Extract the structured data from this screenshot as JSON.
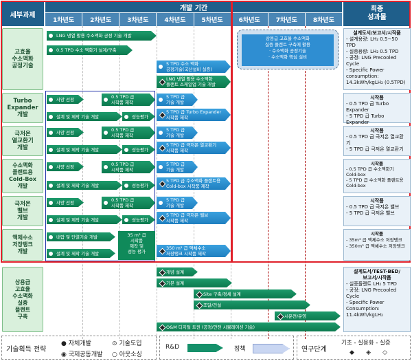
{
  "header": {
    "col_task": "세부과제",
    "col_period": "개발 기간",
    "col_result": "최종\n성과물",
    "years": [
      "1차년도",
      "2차년도",
      "3차년도",
      "4차년도",
      "5차년도",
      "6차년도",
      "7차년도",
      "8차년도"
    ]
  },
  "tasks": [
    {
      "label": "고효율\n수소액화\n공정기술"
    },
    {
      "label": "Turbo\nExpander\n개발"
    },
    {
      "label": "극저온\n열교환기\n개발"
    },
    {
      "label": "수소액화\n플랜트용\nCold-Box\n개발"
    },
    {
      "label": "극저온\n밸브\n개발"
    },
    {
      "label": "액체수소\n저장탱크\n개발"
    },
    {
      "label": "상용급\n고효율\n수소액화\n실증\n플랜트\n구축"
    }
  ],
  "bars": {
    "lng_process": "LNG 냉열 활용 수소액화 공정 기술 개발",
    "liquefaction_design": "0.5 TPD 수소 액화기 설계/구축",
    "lng_5tpd": "5 TPD 수소 액화\n공정기술(국산설비 실증)",
    "lng_demo": "LNG 냉열 활용 수소액화\n플랜트 스케일업 기술 개발",
    "product_design": "사양 선정",
    "design_tech": "설계 및 제작 기술 개발",
    "prototype": "0.5 TPD 급\n시작품 제작",
    "perf_eval": "성능평가",
    "scaleup_5tpd": "5 TPD 급\n기술 개발",
    "turbo_5tpd": "5 TPD 급 Turbo Expander\n시작품 제작",
    "hx_5tpd": "5 TPD 급 극저온 열교환기\n시작품 제작",
    "coldbox_5tpd": "5 TPD 급 수소액화 플랜트용\nCold-box 시작품 제작",
    "valve_5tpd": "5 TPD 급 극저온 밸브\n시작품 제작",
    "tank_design": "내압 및 단열기술 개발",
    "tank_product": "35 m³ 급\n시작품\n제작 및\n성능 평가",
    "tank_350": "350 m³ 급 액체수소\n저장탱크 시작품 제작",
    "concept": "개념 설계",
    "basic": "기본 설계",
    "site": "Site 구축/정세 설계",
    "build": "조달/건설",
    "trial": "시운전/운영",
    "om": "O&M 디지털 트윈 (공정/안전 시뮬레이션 기술)"
  },
  "policy_box": "상용급 고효율 수소액화\n실증 플랜트 구축에 활용\n· 수소액화 공정기술\n· 수소액화 핵심 설비",
  "results": [
    {
      "head": "설계도서/보고서/시작품",
      "body": "- 설계용량: LH₂ 0.5~50 TPD\n- 실증용량: LH₂ 0.5 TPD\n- 공정: LNG Precooled Cycle\n- Specific Power\n  consumption:\n  14.3kWh/kgLH₂ (0.5TPD)"
    },
    {
      "head": "시작품",
      "body": "- 0.5 TPD 급 Turbo Expander\n- 5 TPD 급 Turbo Expander"
    },
    {
      "head": "시작품",
      "body": "- 0.5 TPD 급 극저온 열교환기\n- 5 TPD 급 극저온 열교환기"
    },
    {
      "head": "시작품",
      "body": "- 0.5 TPD 급 수소액화기\n  Cold-box\n- 5 TPD 급 수소액화 플랜트용\n  Cold-box"
    },
    {
      "head": "시작품",
      "body": "- 0.5 TPD 급 극저온 밸브\n- 5 TPD 급 극저온 밸브"
    },
    {
      "head": "시작품",
      "body": "- 35m³ 급 액체수소 저장탱크\n- 350m³ 급 액체수소 저장탱크"
    },
    {
      "head": "설계도서/TEST-BED/\n보고서/시작품",
      "body": "- 실증플랜트 LH₂ 5 TPD\n- 공정: LNG Precooled Cycle\n- Specific Power\n  Consumption:\n  11.4kWh/kgLH₂"
    }
  ],
  "legend": {
    "strategy": "기술획득 전략",
    "self_dev": "자체개발",
    "tech_intro": "기술도입",
    "intl_dev": "국제공동개발",
    "outsource": "아웃소싱",
    "rnd": "R&D",
    "policy": "정책",
    "stage": "연구단계",
    "stage_names": "기초 - 실용화 - 실증"
  },
  "colors": {
    "rnd": "#15906a",
    "policy": "#2e8fd4",
    "header": "#1f5f8b",
    "frame": "#e0202a"
  }
}
